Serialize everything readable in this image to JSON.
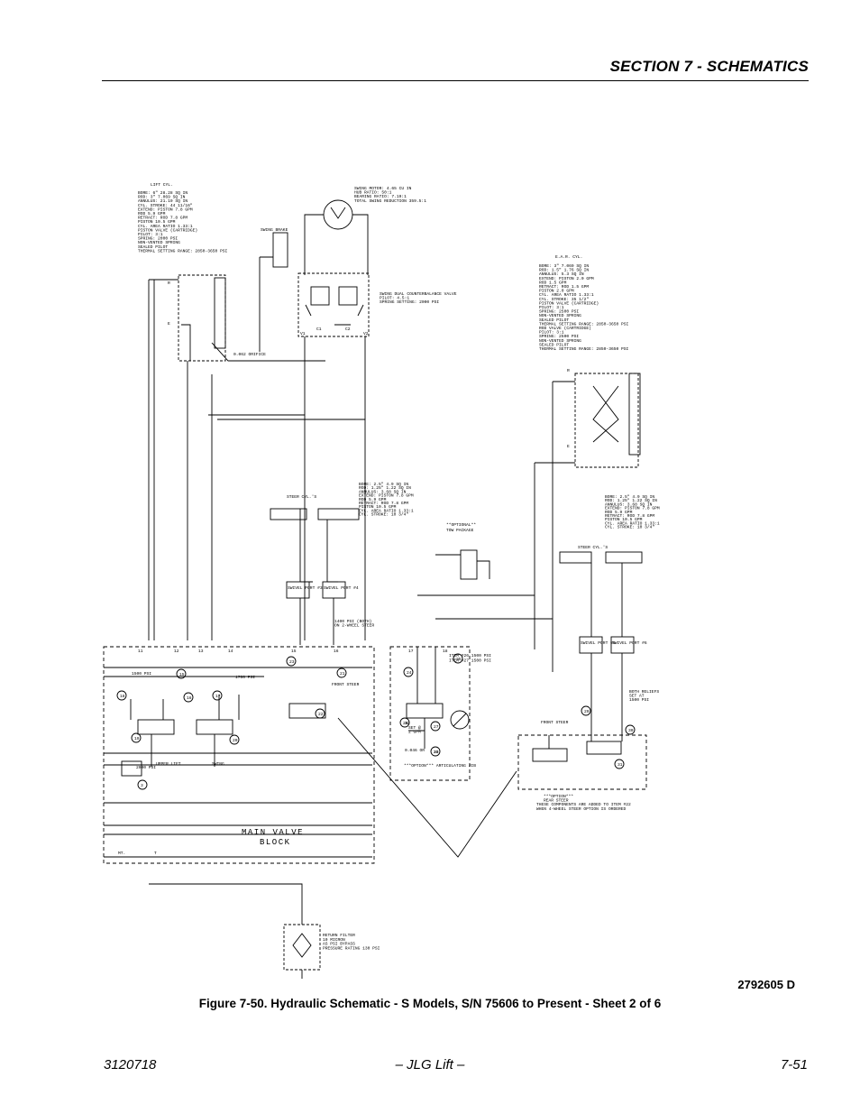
{
  "header": {
    "section_title": "SECTION 7 - SCHEMATICS"
  },
  "schematic": {
    "lift_cyl": {
      "title": "LIFT CYL.",
      "specs": [
        "BORE: 6\" 28.28 SQ IN",
        "ROD: 3\" 7.069 SQ IN",
        "ANNULUS: 21.19 SQ IN",
        "CYL. STROKE: 44 11/16\"",
        "EXTEND:  PISTON 7.8 GPM",
        "         ROD 5.9 GPM",
        "RETRACT: ROD 7.8 GPM",
        "         PISTON 10.5 GPM",
        "CYL. AREA RATIO 1.33:1",
        "PISTON VALVE (CARTRIDGE)",
        "  PILOT: 3:1",
        "  SPRING: 2000 PSI",
        "  NON-VENTED SPRING",
        "  SEALED PILOT",
        "  THERMAL SETTING RANGE: 2850-3650 PSI"
      ]
    },
    "swing_motor": [
      "SWING MOTOR: 4.65 CU IN",
      "HUB RATIO: 50:1",
      "BEARING RATIO: 7.19:1",
      "TOTAL SWING REDUCTION 359.5:1"
    ],
    "swing_brake": "SWING BRAKE",
    "swing_cbv": [
      "SWING DUAL COUNTERBALANCE VALVE",
      "PILOT: 4.5:1",
      "SPRING SETTING: 2000 PSI"
    ],
    "orifice": "0.062 ORIFICE",
    "ear_cyl": {
      "title": "E.A.R. CYL.",
      "specs": [
        "BORE: 3\" 7.069 SQ IN",
        "ROD: 1.5\" 1.76 SQ IN",
        "ANNULUS: 5.3 SQ IN",
        "EXTEND:  PISTON 2.0 GPM",
        "         ROD 1.5 GPM",
        "RETRACT: ROD 1.5 GPM",
        "         PISTON 2.0 GPM",
        "CYL. AREA RATIO 1.33:1",
        "CYL. STROKE: 35 1/2\"",
        "PISTON VALVE (CARTRIDGE)",
        "  PILOT: 3:1",
        "  SPRING: 2500 PSI",
        "  NON-VENTED SPRING",
        "  SEALED PILOT",
        "  THERMAL SETTING RANGE: 2850-3650 PSI",
        "ROD VALVE (CARTRIDGE)",
        "  PILOT: 3:1",
        "  SPRING: 2500 PSI",
        "  NON-VENTED SPRING",
        "  SEALED PILOT",
        "  THERMAL SETTING RANGE: 2850-3650 PSI"
      ]
    },
    "steer_cyl_left": {
      "title": "STEER CYL.'S",
      "specs": [
        "BORE: 2.5\" 4.9 SQ IN",
        "ROD: 1.25\" 1.22 SQ IN",
        "ANNULUS: 3.68 SQ IN",
        "EXTEND:  PISTON 7.8 GPM",
        "         ROD 5.9 GPM",
        "RETRACT: ROD 7.8 GPM",
        "         PISTON 10.5 GPM",
        "CYL. AREA RATIO 1.33:1",
        "CYL. STROKE: 10 3/4\""
      ]
    },
    "steer_cyl_right": {
      "title": "STEER CYL.'S",
      "specs": [
        "BORE: 2.5\" 4.9 SQ IN",
        "ROD: 1.25\" 1.22 SQ IN",
        "ANNULUS: 3.68 SQ IN",
        "EXTEND:  PISTON 7.8 GPM",
        "         ROD 5.9 GPM",
        "RETRACT: ROD 7.8 GPM",
        "         PISTON 10.5 GPM",
        "CYL. AREA RATIO 1.33:1",
        "CYL. STROKE: 10 3/4\""
      ]
    },
    "tow_package": [
      "**OPTIONAL**",
      "TOW PACKAGE"
    ],
    "swivel_ports": [
      "SWIVEL PORT #3",
      "SWIVEL PORT #4",
      "SWIVEL PORT #5",
      "SWIVEL PORT #6"
    ],
    "psi_note": [
      "1400 PSI (BOTH)",
      "ON 2-WHEEL STEER"
    ],
    "item_note": [
      "ITEM #26 1500 PSI",
      "ITEM #27 1500 PSI"
    ],
    "both_reliefs": [
      "BOTH RELIEFS",
      "SET AT",
      "1500 PSI"
    ],
    "port_labels": [
      "11",
      "12",
      "13",
      "14",
      "15",
      "16",
      "17",
      "18"
    ],
    "relief_labels": [
      "1500 PSI",
      "1700 PSI",
      "2000 PSI"
    ],
    "item_numbers": [
      "3",
      "15",
      "16",
      "17",
      "18",
      "19",
      "20",
      "21",
      "22",
      "23",
      "24",
      "25",
      "26",
      "27",
      "28",
      "29",
      "30",
      "31",
      "32",
      "33"
    ],
    "upper_lift": "UPPER LIFT",
    "swing": "SWING",
    "front_steer": "FRONT STEER",
    "set_gpm": [
      "SET @",
      "2 GPM"
    ],
    "orifice_2": "0.046 OR",
    "articulating_jib": "***OPTION*** ARTICULATING JIB",
    "rear_steer": [
      "***OPTION***",
      "REAR STEER"
    ],
    "four_wheel_note": [
      "THESE COMPONENTS ARE ADDED TO ITEM #22",
      "WHEN 4-WHEEL STEER OPTION IS ORDERED"
    ],
    "main_valve_block": [
      "MAIN VALVE",
      "BLOCK"
    ],
    "mt_label": "MT.",
    "t_label": "T",
    "r_label": "R",
    "e_label": "E",
    "v_labels": [
      "V1",
      "V2",
      "C1",
      "C2"
    ],
    "return_filter": [
      "RETURN FILTER",
      "10 MICRON",
      "AS PSI BYPASS",
      "PRESSURE RATING 130 PSI"
    ]
  },
  "drawing_number": "2792605 D",
  "caption": "Figure 7-50.  Hydraulic Schematic - S Models, S/N 75606 to Present - Sheet 2 of 6",
  "footer": {
    "left": "3120718",
    "center": "– JLG Lift –",
    "right": "7-51"
  }
}
